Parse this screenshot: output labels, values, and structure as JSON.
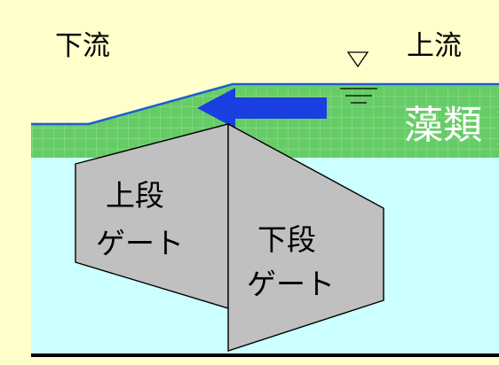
{
  "labels": {
    "downstream": "下流",
    "upstream": "上流",
    "algae": "藻類",
    "upper_gate_line1": "上段",
    "upper_gate_line2": "ゲート",
    "lower_gate_line1": "下段",
    "lower_gate_line2": "ゲート"
  },
  "colors": {
    "background": "#ffffcc",
    "water": "#ccffff",
    "algae_fill": "#66cc66",
    "algae_grid": "#99e099",
    "water_surface": "#1f5bd6",
    "flow_arrow": "#1a3fe0",
    "gate_fill": "#c0c0c0",
    "gate_stroke": "#000000",
    "algae_label": "#ffffff",
    "bottom_line": "#000000"
  },
  "icons": {
    "water_level_marker": "inverted-triangle-water-level-icon",
    "flow_arrow": "left-arrow-icon"
  }
}
